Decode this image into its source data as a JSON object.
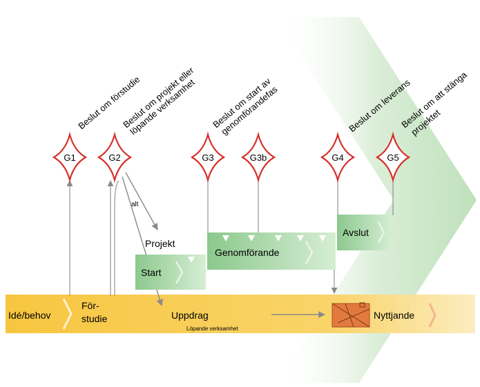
{
  "gates": [
    {
      "id": "G1",
      "label": "G1",
      "decision": "Beslut om förstudie"
    },
    {
      "id": "G2",
      "label": "G2",
      "decision_line1": "Beslut om projekt eller",
      "decision_line2": "löpande verksamhet"
    },
    {
      "id": "G3",
      "label": "G3",
      "decision_line1": "Beslut om start av",
      "decision_line2": "genomförandefas"
    },
    {
      "id": "G3b",
      "label": "G3b"
    },
    {
      "id": "G4",
      "label": "G4",
      "decision": "Beslut om leverans"
    },
    {
      "id": "G5",
      "label": "G5",
      "decision_line1": "Beslut om att stänga",
      "decision_line2": "projektet"
    }
  ],
  "labels": {
    "alt": "alt",
    "projekt": "Projekt",
    "start": "Start",
    "genomforande": "Genomförande",
    "avslut": "Avslut",
    "ide_behov": "Idé/behov",
    "forstudie_line1": "För-",
    "forstudie_line2": "studie",
    "uppdrag": "Uppdrag",
    "lopande": "Löpande verksamhet",
    "nyttjande": "Nyttjande"
  },
  "colors": {
    "gate_red": "#d6302a",
    "band_yellow": "#f7c840",
    "band_light": "#fbe39a",
    "box_green": "#8cc88d",
    "box_green_light": "#d4ecd2",
    "bg_green": "#b6dbb2",
    "arrow_gray": "#8a8a8a",
    "nyttjande_orange": "#e27a3f"
  }
}
